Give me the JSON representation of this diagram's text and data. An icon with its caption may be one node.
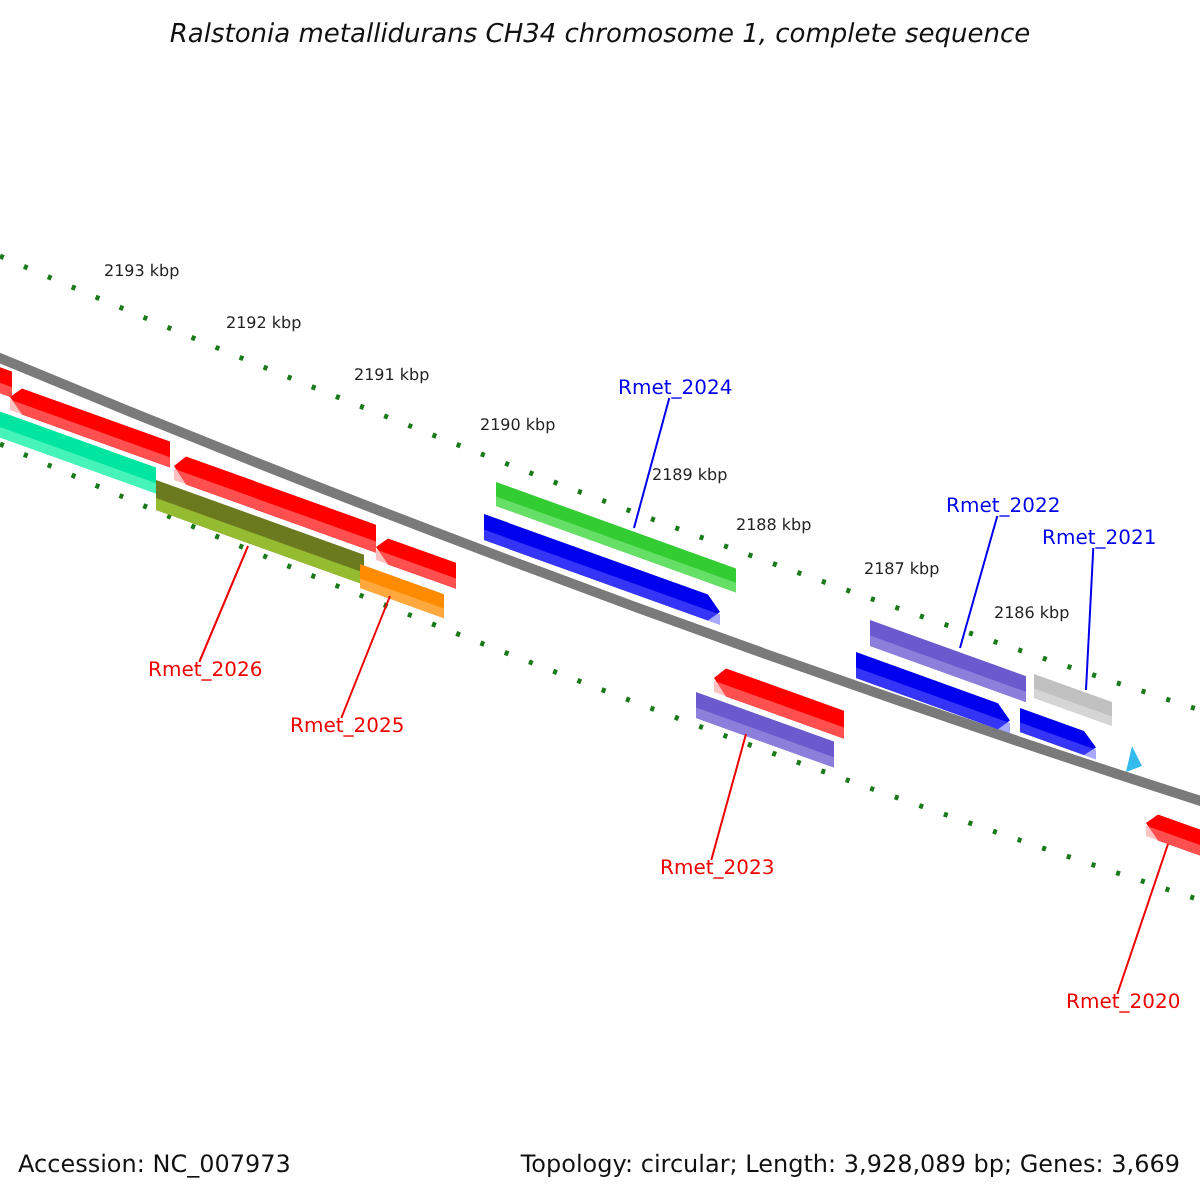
{
  "diagram": {
    "title": "Ralstonia metallidurans CH34 chromosome 1, complete sequence",
    "nodes": [
      {
        "text": [
          "Rmet_2024"
        ]
      },
      {
        "text": [
          "Rmet_2022"
        ]
      },
      {
        "text": [
          "Rmet_2021"
        ]
      },
      {
        "text": [
          "Rmet_2026"
        ]
      },
      {
        "text": [
          "Rmet_2025"
        ]
      },
      {
        "text": [
          "Rmet_2023"
        ]
      },
      {
        "text": [
          "Rmet_2020"
        ]
      },
      {
        "text": [],
        "shape": "arrow"
      },
      {
        "text": [],
        "shape": "arrow"
      },
      {
        "text": [],
        "shape": "arrow"
      },
      {
        "text": [],
        "shape": "arrow"
      },
      {
        "text": [],
        "shape": "arrow"
      },
      {
        "text": [],
        "shape": "arrow"
      },
      {
        "text": [],
        "shape": "arrow"
      }
    ],
    "edges": [
      {
        "from": 0,
        "to": 7,
        "arrow": "none",
        "color": "#0000ee"
      },
      {
        "from": 1,
        "to": 8,
        "arrow": "none",
        "color": "#0000ee"
      },
      {
        "from": 2,
        "to": 9,
        "arrow": "none",
        "color": "#0000ee"
      },
      {
        "from": 3,
        "to": 10,
        "arrow": "none"
      },
      {
        "from": 4,
        "to": 11,
        "arrow": "none"
      },
      {
        "from": 5,
        "to": 12,
        "arrow": "none"
      },
      {
        "from": 6,
        "to": 13,
        "arrow": "none"
      }
    ],
    "labels": [
      "2193 kbp",
      "2192 kbp",
      "2191 kbp",
      "2190 kbp",
      "2189 kbp",
      "2188 kbp",
      "2187 kbp",
      "2186 kbp",
      "Accession: NC_007973",
      "Topology: circular; Length: 3,928,089 bp; Genes: 3,669"
    ]
  }
}
